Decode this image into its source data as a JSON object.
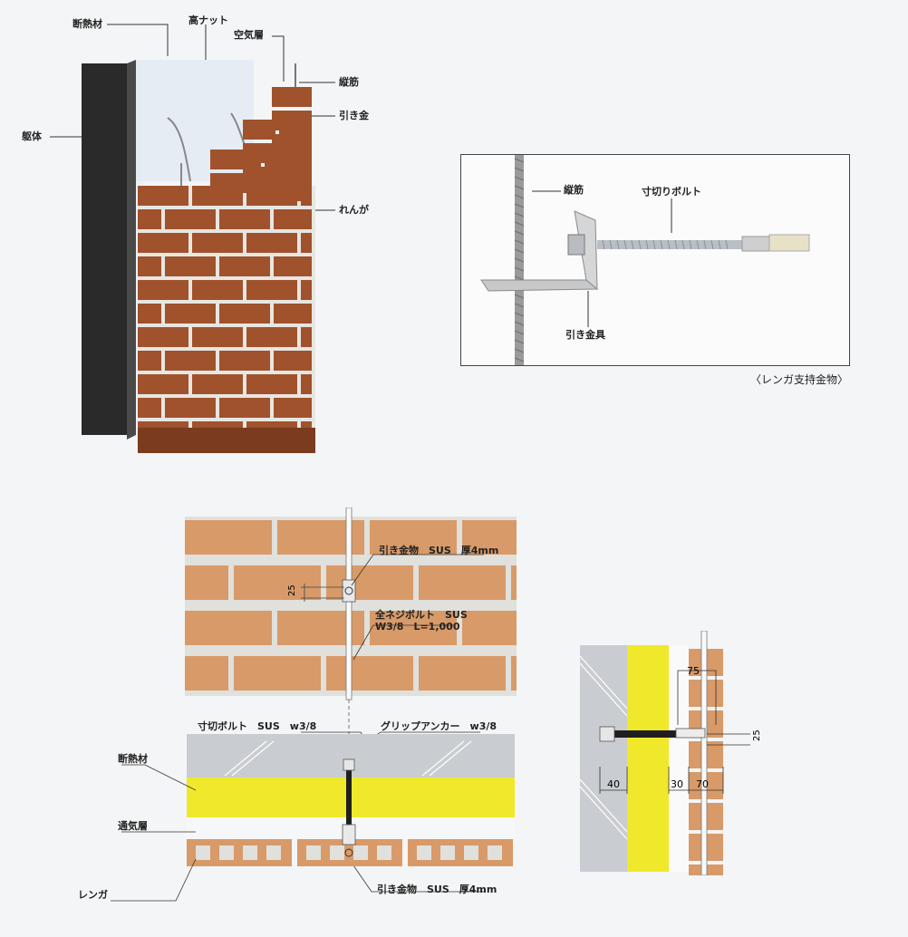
{
  "top_left": {
    "labels": {
      "insulation": "断熱材",
      "high_nut": "高ナット",
      "air_layer": "空気層",
      "vertical_rebar": "縦筋",
      "tie_wire": "引き金",
      "frame": "躯体",
      "brick": "れんが"
    }
  },
  "top_right": {
    "labels": {
      "vertical_rebar": "縦筋",
      "cut_bolt": "寸切りボルト",
      "tie_fitting": "引き金具"
    },
    "caption": "〈レンガ支持金物〉"
  },
  "bottom_center": {
    "labels": {
      "fitting_top": "引き金物　SUS　厚4mm",
      "full_thread_line1": "全ネジボルト　SUS",
      "full_thread_line2": "W3/8　L=1,000",
      "dim_25": "25",
      "cut_bolt": "寸切ボルト　SUS　w3/8",
      "grip_anchor": "グリップアンカー　w3/8",
      "insulation": "断熱材",
      "ventilation": "通気層",
      "brick": "レンガ",
      "fitting_bottom": "引き金物　SUS　厚4mm"
    }
  },
  "bottom_right": {
    "dims": {
      "d75": "75",
      "d25": "25",
      "d40": "40",
      "d30": "30",
      "d70": "70"
    }
  },
  "colors": {
    "brick": "#d89a68",
    "brick_dark": "#a0522d",
    "mortar": "#e0e0dc",
    "insulation": "#f0e82a",
    "concrete": "#c9ccd0",
    "wall_dark": "#2a2a2a"
  }
}
